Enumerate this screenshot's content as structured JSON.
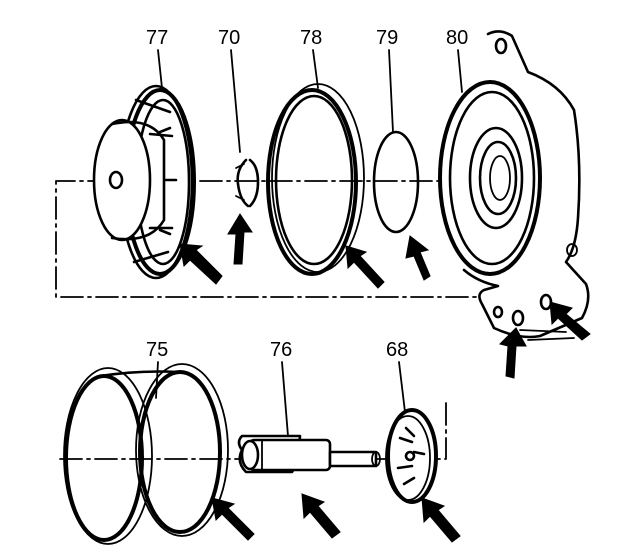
{
  "callouts": {
    "c77": "77",
    "c70": "70",
    "c78": "78",
    "c79": "79",
    "c80": "80",
    "c75": "75",
    "c76": "76",
    "c68": "68"
  },
  "colors": {
    "line": "#000000",
    "background": "#ffffff"
  }
}
